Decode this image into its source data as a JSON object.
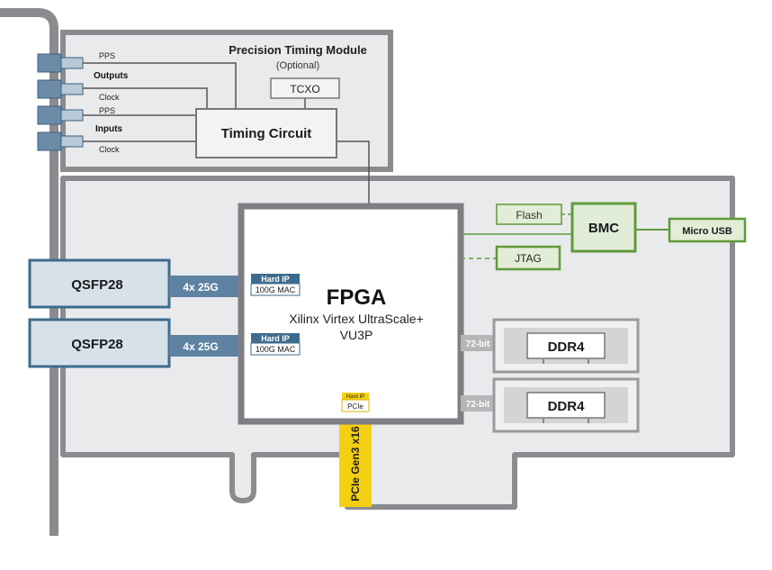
{
  "timing_module": {
    "title": "Precision Timing Module",
    "subtitle": "(Optional)",
    "tcxo": "TCXO",
    "timing_circuit": "Timing Circuit",
    "outputs_label": "Outputs",
    "inputs_label": "Inputs",
    "pps_out": "PPS",
    "clock_out": "Clock",
    "pps_in": "PPS",
    "clock_in": "Clock"
  },
  "ports": {
    "qsfp_top": "QSFP28",
    "qsfp_bottom": "QSFP28",
    "link_top": "4x 25G",
    "link_bottom": "4x 25G"
  },
  "fpga": {
    "title": "FPGA",
    "line1": "Xilinx Virtex UltraScale+",
    "line2": "VU3P",
    "hardip_top_l1": "Hard IP",
    "hardip_top_l2": "100G MAC",
    "hardip_bottom_l1": "Hard IP",
    "hardip_bottom_l2": "100G MAC",
    "pcie_ip_l1": "Hard IP",
    "pcie_ip_l2": "PCIe"
  },
  "management": {
    "flash": "Flash",
    "bmc": "BMC",
    "jtag": "JTAG",
    "micro_usb": "Micro USB"
  },
  "memory": {
    "width_top": "72-bit",
    "width_bottom": "72-bit",
    "ddr_top": "DDR4",
    "ddr_bottom": "DDR4"
  },
  "host": {
    "pcie": "PCIe Gen3 x16"
  },
  "colors": {
    "board_fill": "#e9eaec",
    "board_stroke": "#8b8b8f",
    "qsfp_fill": "#d6e1ea",
    "qsfp_stroke": "#3d6b8e",
    "link_fill": "#5e82a1",
    "green_stroke": "#5f9a3a",
    "green_fill": "#e2edd8",
    "pcie_yellow": "#f5cf12",
    "ddr_slot": "#dcdcdc"
  }
}
